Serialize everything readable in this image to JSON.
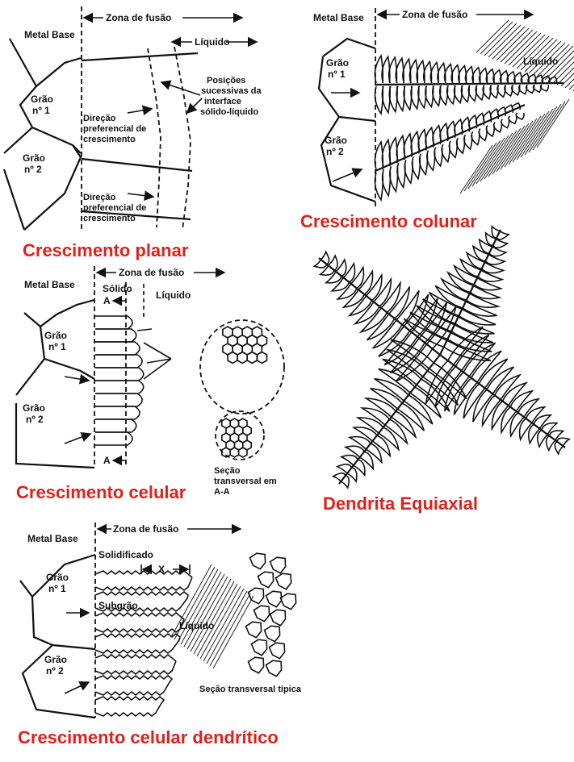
{
  "colors": {
    "caption": "#e0201b",
    "ink": "#111111"
  },
  "panel_planar": {
    "title": "Crescimento planar",
    "metal_base": "Metal Base",
    "zona_fusao": "Zona de fusão",
    "liquido": "Líquido",
    "grao1": [
      "Grão",
      "nº 1"
    ],
    "grao2": [
      "Grão",
      "nº 2"
    ],
    "posicoes": [
      "Posições",
      "sucessivas da",
      "interface",
      "sólido-líquido"
    ],
    "direcao1": [
      "Direção",
      "preferencial de",
      "crescimento"
    ],
    "direcao2": [
      "Direção",
      "preferencial de",
      "crescimento"
    ]
  },
  "panel_colunar": {
    "title": "Crescimento colunar",
    "metal_base": "Metal Base",
    "zona_fusao": "Zona de fusão",
    "liquido": "Líquido",
    "grao1": [
      "Grão",
      "nº 1"
    ],
    "grao2": [
      "Grão",
      "nº 2"
    ]
  },
  "panel_celular": {
    "title": "Crescimento celular",
    "metal_base": "Metal Base",
    "zona_fusao": "Zona de fusão",
    "solido": "Sólido",
    "liquido": "Líquido",
    "a_top": "A",
    "a_bottom": "A",
    "grao1": [
      "Grão",
      "nº 1"
    ],
    "grao2": [
      "Grão",
      "nº 2"
    ],
    "secao": [
      "Seção",
      "transversal em",
      "A-A"
    ]
  },
  "panel_equiaxial": {
    "title": "Dendrita Equiaxial"
  },
  "panel_dendritico": {
    "title": "Crescimento celular dendrítico",
    "metal_base": "Metal Base",
    "zona_fusao": "Zona de fusão",
    "solidificado": "Solidificado",
    "x_label": "X",
    "subgrao": "Subgrão",
    "liquido": "Líquido",
    "grao1": [
      "Grão",
      "nº 1"
    ],
    "grao2": [
      "Grão",
      "nº 2"
    ],
    "secao": "Seção transversal típica"
  }
}
